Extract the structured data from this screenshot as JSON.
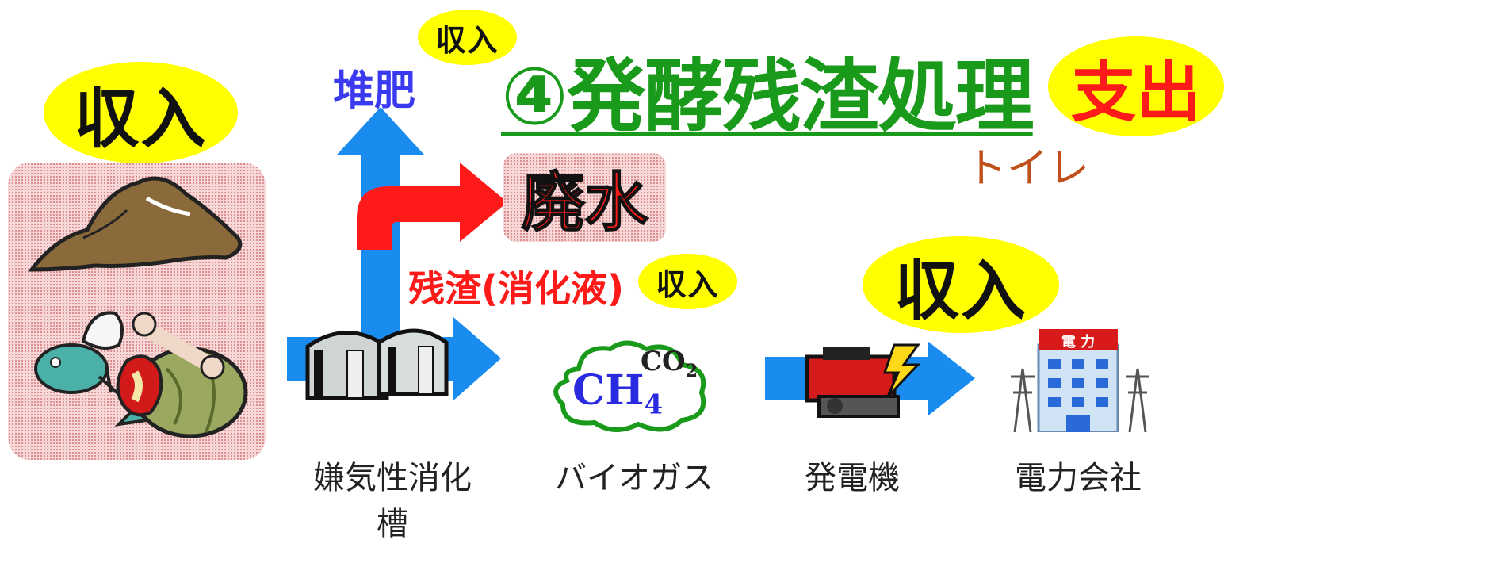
{
  "title": "④発酵残渣処理",
  "expense_label": "支出",
  "income_label": "収入",
  "compost_label": "堆肥",
  "toilet_label": "トイレ",
  "wastewater_label": "廃水",
  "residue_label": "残渣(消化液)",
  "gas_formula": {
    "main": "CH",
    "main_sub": "4",
    "minor": "CO",
    "minor_sub": "2"
  },
  "nodes": [
    {
      "id": "digester",
      "label": "嫌気性消化槽"
    },
    {
      "id": "biogas",
      "label": "バイオガス"
    },
    {
      "id": "generator",
      "label": "発電機"
    },
    {
      "id": "power-company",
      "label": "電力会社"
    }
  ],
  "power_company_sign": "電 力",
  "colors": {
    "title_green": "#1a9a1a",
    "income_yellow": "#ffff00",
    "expense_red": "#ff1a1a",
    "arrow_blue": "#1a8cf0",
    "arrow_red": "#ff1a1a",
    "compost_blue": "#3a3af0",
    "toilet_orange": "#c0501a",
    "residue_red": "#ff1a1a",
    "gas_blue": "#2a2ae0"
  }
}
